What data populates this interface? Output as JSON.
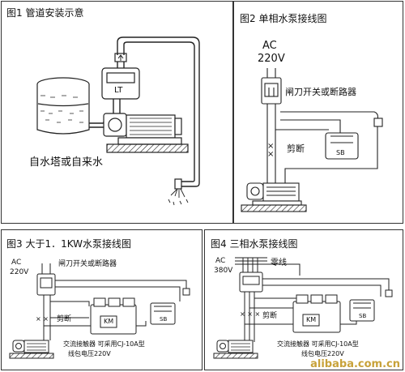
{
  "fig1": {
    "title": "图1  管道安装示意",
    "device_label": "LT",
    "tower_caption": "自水塔或自来水"
  },
  "fig2": {
    "title": "图2  单相水泵接线图",
    "supply": "AC",
    "voltage": "220V",
    "breaker": "闸刀开关或断路器",
    "cut": "剪断",
    "switch_label": "SB"
  },
  "fig3": {
    "title": "图3   大于1．1KW水泵接线图",
    "supply": "AC",
    "voltage": "220V",
    "breaker": "闸刀开关或断路器",
    "cut": "剪断",
    "contactor": "KM",
    "switch_label": "SB",
    "note1": "交流接触器 可采用CJ-10A型",
    "note2": "线包电压220V"
  },
  "fig4": {
    "title": "图4   三相水泵接线图",
    "supply": "AC",
    "voltage": "380V",
    "neutral": "零线",
    "cut": "剪断",
    "contactor": "KM",
    "switch_label": "SB",
    "note1": "交流接触器 可采用CJ-10A型",
    "note2": "线包电压220V"
  },
  "watermark": "alibaba.com.cn"
}
